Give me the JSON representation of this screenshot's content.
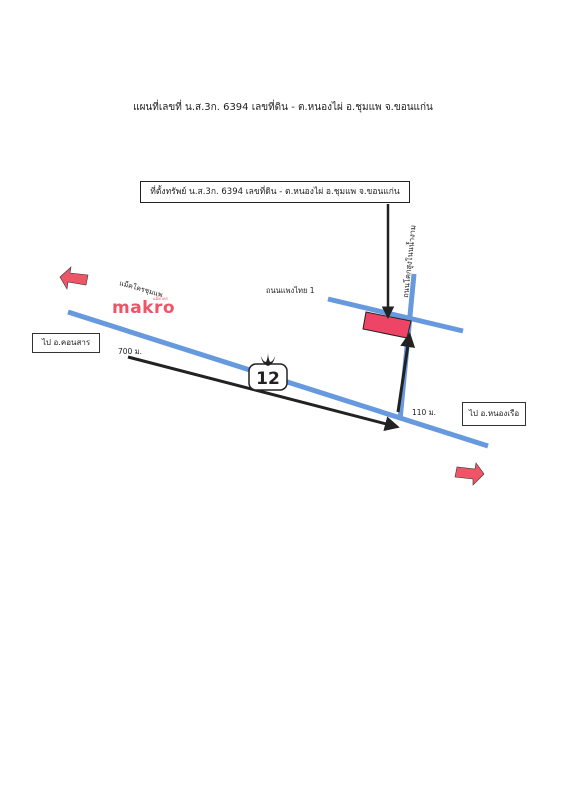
{
  "title": "แผนที่เลขที่ น.ส.3ก. 6394 เลขที่ดิน - ต.หนองไผ่ อ.ชุมแพ จ.ขอนแก่น",
  "location_box": "ที่ตั้งทรัพย์ น.ส.3ก. 6394 เลขที่ดิน - ต.หนองไผ่ อ.ชุมแพ จ.ขอนแก่น",
  "places": {
    "to_khonsan": "ไป อ.คอนสาร",
    "to_nongruea": "ไป อ.หนองเรือ"
  },
  "labels": {
    "makro_branch": "แม็คโครชุมแพ",
    "makro_logo": "makro",
    "makro_sub": "แม็คโคร",
    "road_phaengthai": "ถนนแพงไทย 1",
    "road_kotchakorn": "ถนนโคกสูงโนนน้ำงาม",
    "dist_700": "700 ม.",
    "dist_110": "110 ม.",
    "highway_number": "12"
  },
  "colors": {
    "road": "#6699dd",
    "marker": "#ee4466",
    "arrow": "#222222"
  }
}
